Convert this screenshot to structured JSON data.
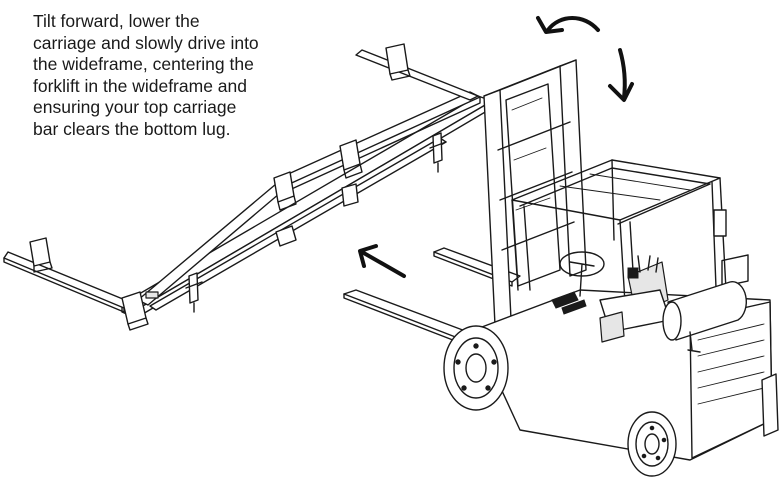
{
  "instruction": {
    "lines": [
      "Tilt forward, lower the",
      "carriage and slowly drive into",
      "the wideframe, centering the",
      "forklift in the wideframe and",
      "ensuring your top carriage",
      "bar clears the bottom lug."
    ]
  },
  "colors": {
    "line": "#1a1a1a",
    "background": "#ffffff"
  },
  "icons": [
    "tilt-forward-arrow-icon",
    "lower-carriage-arrow-icon",
    "drive-forward-arrow-icon"
  ]
}
